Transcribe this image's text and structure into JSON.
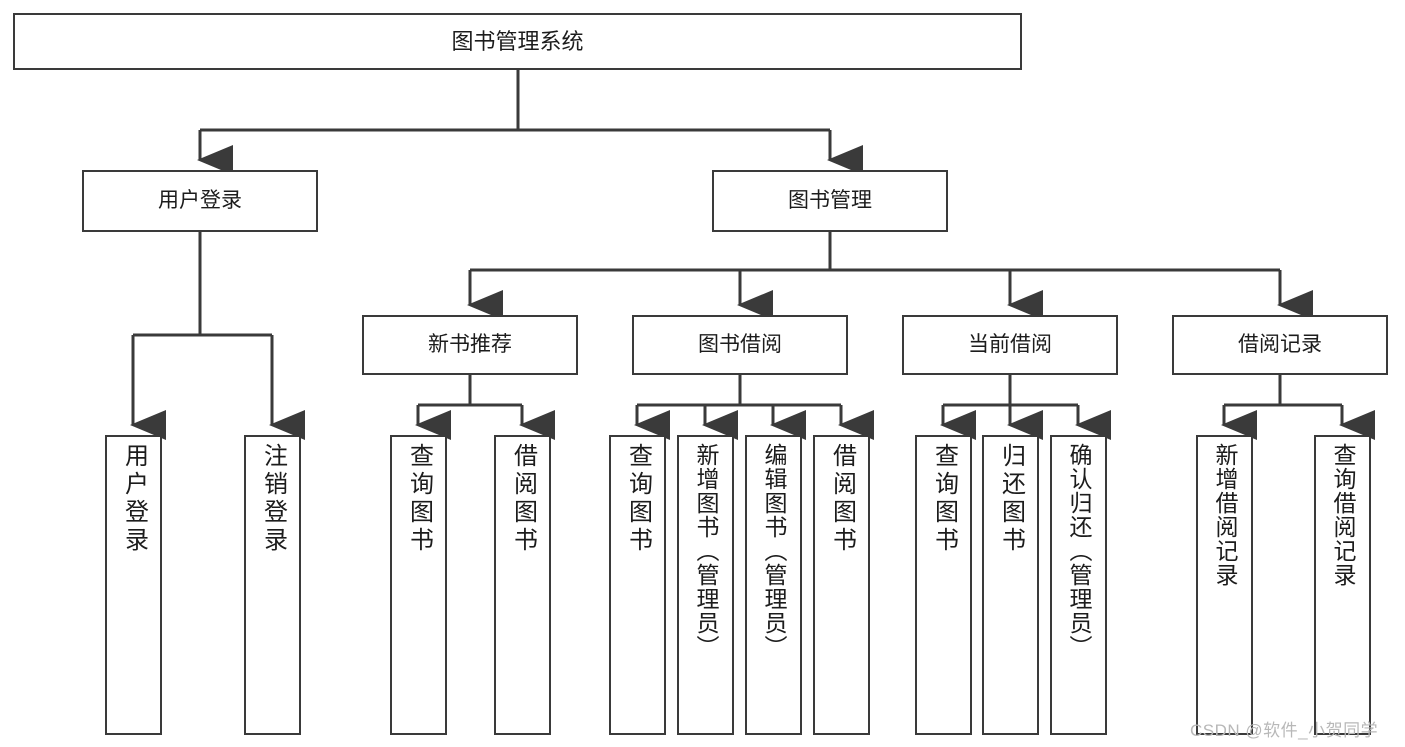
{
  "diagram": {
    "type": "tree-hierarchy",
    "title": "图书管理系统",
    "root": {
      "id": "root",
      "label": "图书管理系统"
    },
    "level1": [
      {
        "id": "user-login",
        "label": "用户登录"
      },
      {
        "id": "book-management",
        "label": "图书管理"
      }
    ],
    "level2": [
      {
        "id": "new-book-recommend",
        "label": "新书推荐",
        "parent": "book-management"
      },
      {
        "id": "book-borrow",
        "label": "图书借阅",
        "parent": "book-management"
      },
      {
        "id": "current-borrow",
        "label": "当前借阅",
        "parent": "book-management"
      },
      {
        "id": "borrow-record",
        "label": "借阅记录",
        "parent": "book-management"
      }
    ],
    "leaves": [
      {
        "id": "leaf-user-login",
        "label": "用户登录",
        "parent": "user-login"
      },
      {
        "id": "leaf-logout",
        "label": "注销登录",
        "parent": "user-login"
      },
      {
        "id": "leaf-query-book-1",
        "label": "查询图书",
        "parent": "new-book-recommend"
      },
      {
        "id": "leaf-borrow-book-1",
        "label": "借阅图书",
        "parent": "new-book-recommend"
      },
      {
        "id": "leaf-query-book-2",
        "label": "查询图书",
        "parent": "book-borrow"
      },
      {
        "id": "leaf-add-book",
        "label": "新增图书（管理员）",
        "parent": "book-borrow"
      },
      {
        "id": "leaf-edit-book",
        "label": "编辑图书（管理员）",
        "parent": "book-borrow"
      },
      {
        "id": "leaf-borrow-book-2",
        "label": "借阅图书",
        "parent": "book-borrow"
      },
      {
        "id": "leaf-query-book-3",
        "label": "查询图书",
        "parent": "current-borrow"
      },
      {
        "id": "leaf-return-book",
        "label": "归还图书",
        "parent": "current-borrow"
      },
      {
        "id": "leaf-confirm-return",
        "label": "确认归还（管理员）",
        "parent": "current-borrow"
      },
      {
        "id": "leaf-add-record",
        "label": "新增借阅记录",
        "parent": "borrow-record"
      },
      {
        "id": "leaf-query-record",
        "label": "查询借阅记录",
        "parent": "borrow-record"
      }
    ],
    "watermark": "CSDN @软件_小贺同学",
    "colors": {
      "stroke": "#3a3a3a",
      "fill": "#ffffff",
      "text": "#1c1c1c",
      "watermark": "#b8b8b8"
    }
  }
}
